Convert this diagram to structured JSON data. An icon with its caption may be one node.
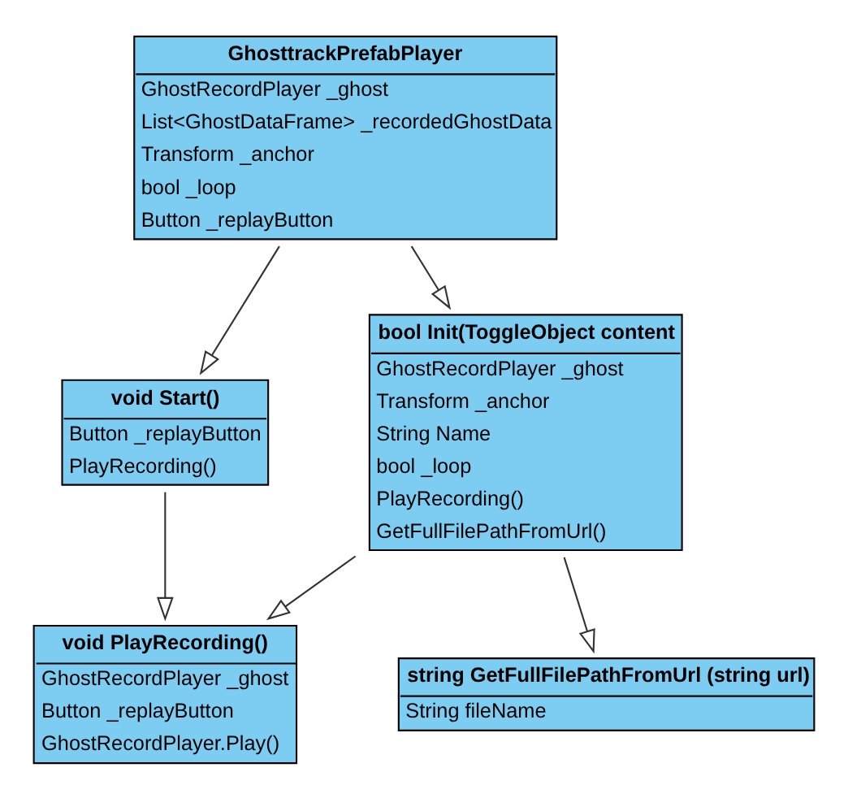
{
  "diagram": {
    "nodes": [
      {
        "text": [
          "GhosttrackPrefabPlayer",
          "GhostRecordPlayer _ghost",
          "List<GhostDataFrame> _recordedGhostData",
          "Transform _anchor",
          "bool _loop",
          "Button _replayButton"
        ]
      },
      {
        "text": [
          "void Start()",
          "Button _replayButton",
          "PlayRecording()"
        ]
      },
      {
        "text": [
          "bool Init(ToggleObject content",
          "GhostRecordPlayer _ghost",
          "Transform _anchor",
          "String Name",
          "bool _loop",
          "PlayRecording()",
          "GetFullFilePathFromUrl()"
        ]
      },
      {
        "text": [
          "void PlayRecording()",
          "GhostRecordPlayer _ghost",
          "Button _replayButton",
          "GhostRecordPlayer.Play()"
        ]
      },
      {
        "text": [
          "string GetFullFilePathFromUrl (string url)",
          "String fileName"
        ]
      }
    ],
    "edges": [
      {
        "from": 0,
        "to": 1,
        "arrow": "to"
      },
      {
        "from": 0,
        "to": 2,
        "arrow": "to"
      },
      {
        "from": 2,
        "to": 3,
        "arrow": "to"
      },
      {
        "from": 1,
        "to": 3,
        "arrow": "to"
      },
      {
        "from": 2,
        "to": 4,
        "arrow": "to"
      }
    ]
  }
}
